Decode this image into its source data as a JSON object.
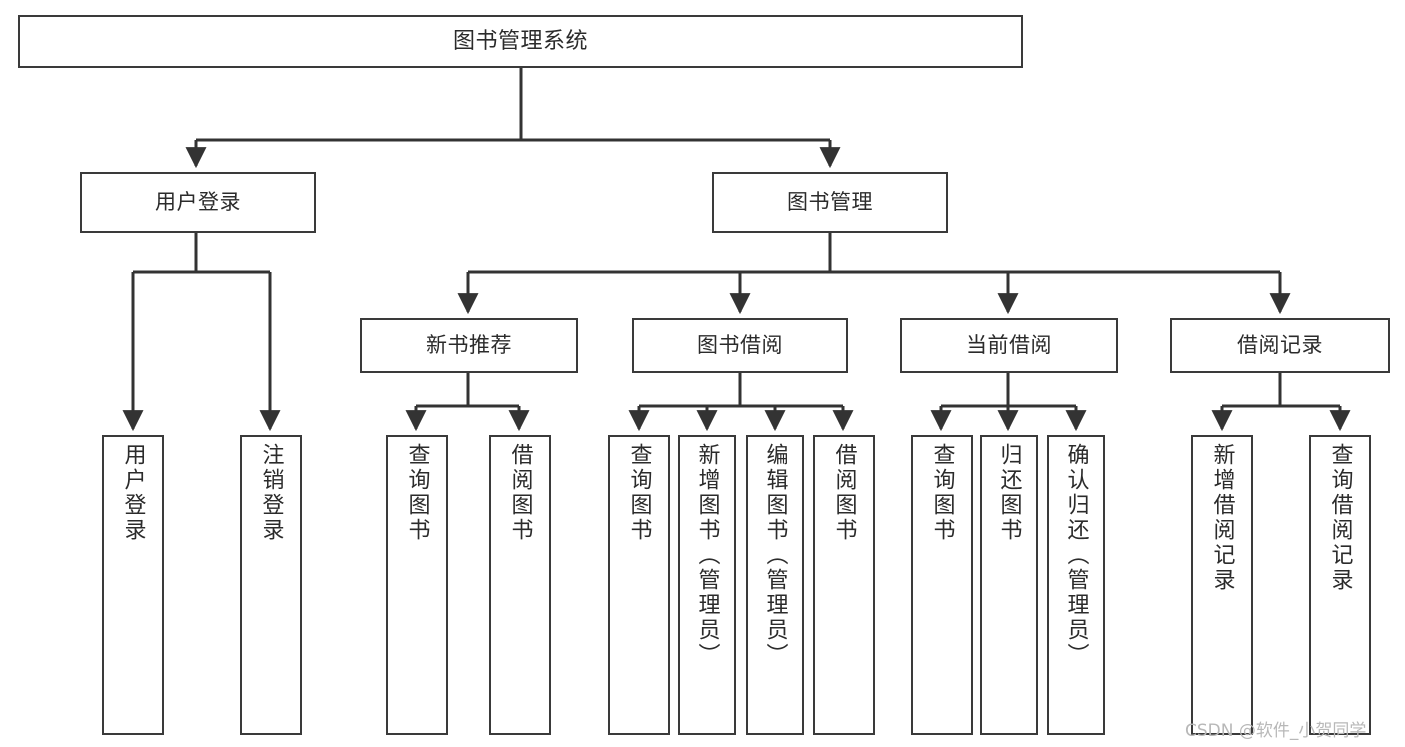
{
  "diagram": {
    "type": "tree",
    "title": "图书管理系统",
    "root": {
      "id": "root",
      "label": "图书管理系统"
    },
    "level1": [
      {
        "id": "user-login",
        "label": "用户登录"
      },
      {
        "id": "book-manage",
        "label": "图书管理"
      }
    ],
    "level2": [
      {
        "id": "new-book-rec",
        "label": "新书推荐",
        "parent": "book-manage"
      },
      {
        "id": "book-borrow",
        "label": "图书借阅",
        "parent": "book-manage"
      },
      {
        "id": "current-borrow",
        "label": "当前借阅",
        "parent": "book-manage"
      },
      {
        "id": "borrow-record",
        "label": "借阅记录",
        "parent": "book-manage"
      }
    ],
    "leaves": [
      {
        "id": "leaf-user-login",
        "label": "用户登录",
        "parent": "user-login"
      },
      {
        "id": "leaf-logout",
        "label": "注销登录",
        "parent": "user-login"
      },
      {
        "id": "leaf-query-book-1",
        "label": "查询图书",
        "parent": "new-book-rec"
      },
      {
        "id": "leaf-borrow-book-1",
        "label": "借阅图书",
        "parent": "new-book-rec"
      },
      {
        "id": "leaf-query-book-2",
        "label": "查询图书",
        "parent": "book-borrow"
      },
      {
        "id": "leaf-add-book",
        "label": "新增图书（管理员）",
        "parent": "book-borrow"
      },
      {
        "id": "leaf-edit-book",
        "label": "编辑图书（管理员）",
        "parent": "book-borrow"
      },
      {
        "id": "leaf-borrow-book-2",
        "label": "借阅图书",
        "parent": "book-borrow"
      },
      {
        "id": "leaf-query-book-3",
        "label": "查询图书",
        "parent": "current-borrow"
      },
      {
        "id": "leaf-return-book",
        "label": "归还图书",
        "parent": "current-borrow"
      },
      {
        "id": "leaf-confirm-return",
        "label": "确认归还（管理员）",
        "parent": "current-borrow"
      },
      {
        "id": "leaf-add-record",
        "label": "新增借阅记录",
        "parent": "borrow-record"
      },
      {
        "id": "leaf-query-record",
        "label": "查询借阅记录",
        "parent": "borrow-record"
      }
    ],
    "colors": {
      "border": "#3a3a3a",
      "text": "#2b2b2b",
      "background": "#ffffff",
      "edge": "#333333",
      "watermark": "#b8b8b8"
    }
  },
  "watermark": {
    "text": "CSDN @软件_小贺同学"
  }
}
